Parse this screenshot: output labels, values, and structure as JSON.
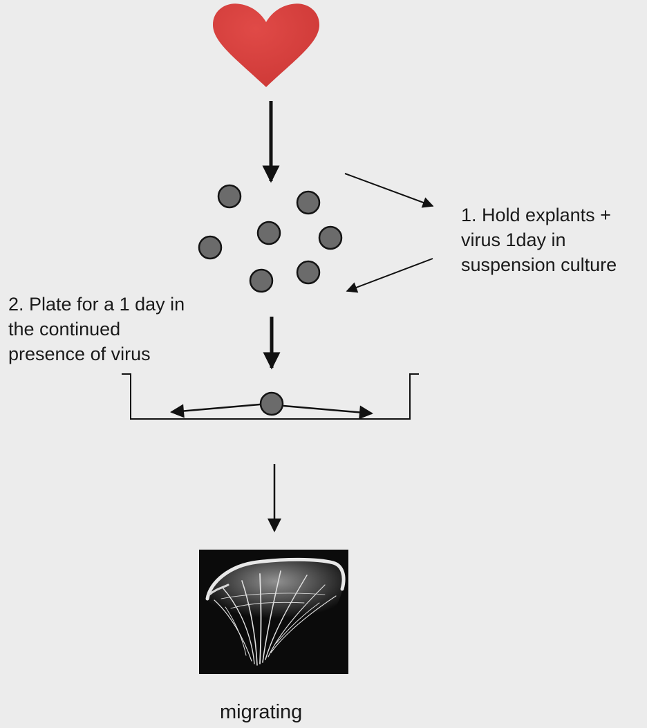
{
  "diagram": {
    "step1_label": "1. Hold explants +\nvirus 1day in\nsuspension culture",
    "step2_label": "2. Plate for a 1 day in\nthe continued\npresence of virus",
    "caption": "migrating",
    "colors": {
      "background": "#ececec",
      "heart": "#d8413f",
      "explant_fill": "#6b6b6b",
      "explant_stroke": "#141414",
      "arrow": "#111111",
      "dish": "#111111",
      "micrograph_bg": "#0b0b0b",
      "micrograph_cell": "#e8e8e8"
    },
    "icons": {
      "heart": "heart-icon",
      "explant": "circle-icon",
      "arrow": "arrow-icon"
    },
    "explant_count": 7
  }
}
